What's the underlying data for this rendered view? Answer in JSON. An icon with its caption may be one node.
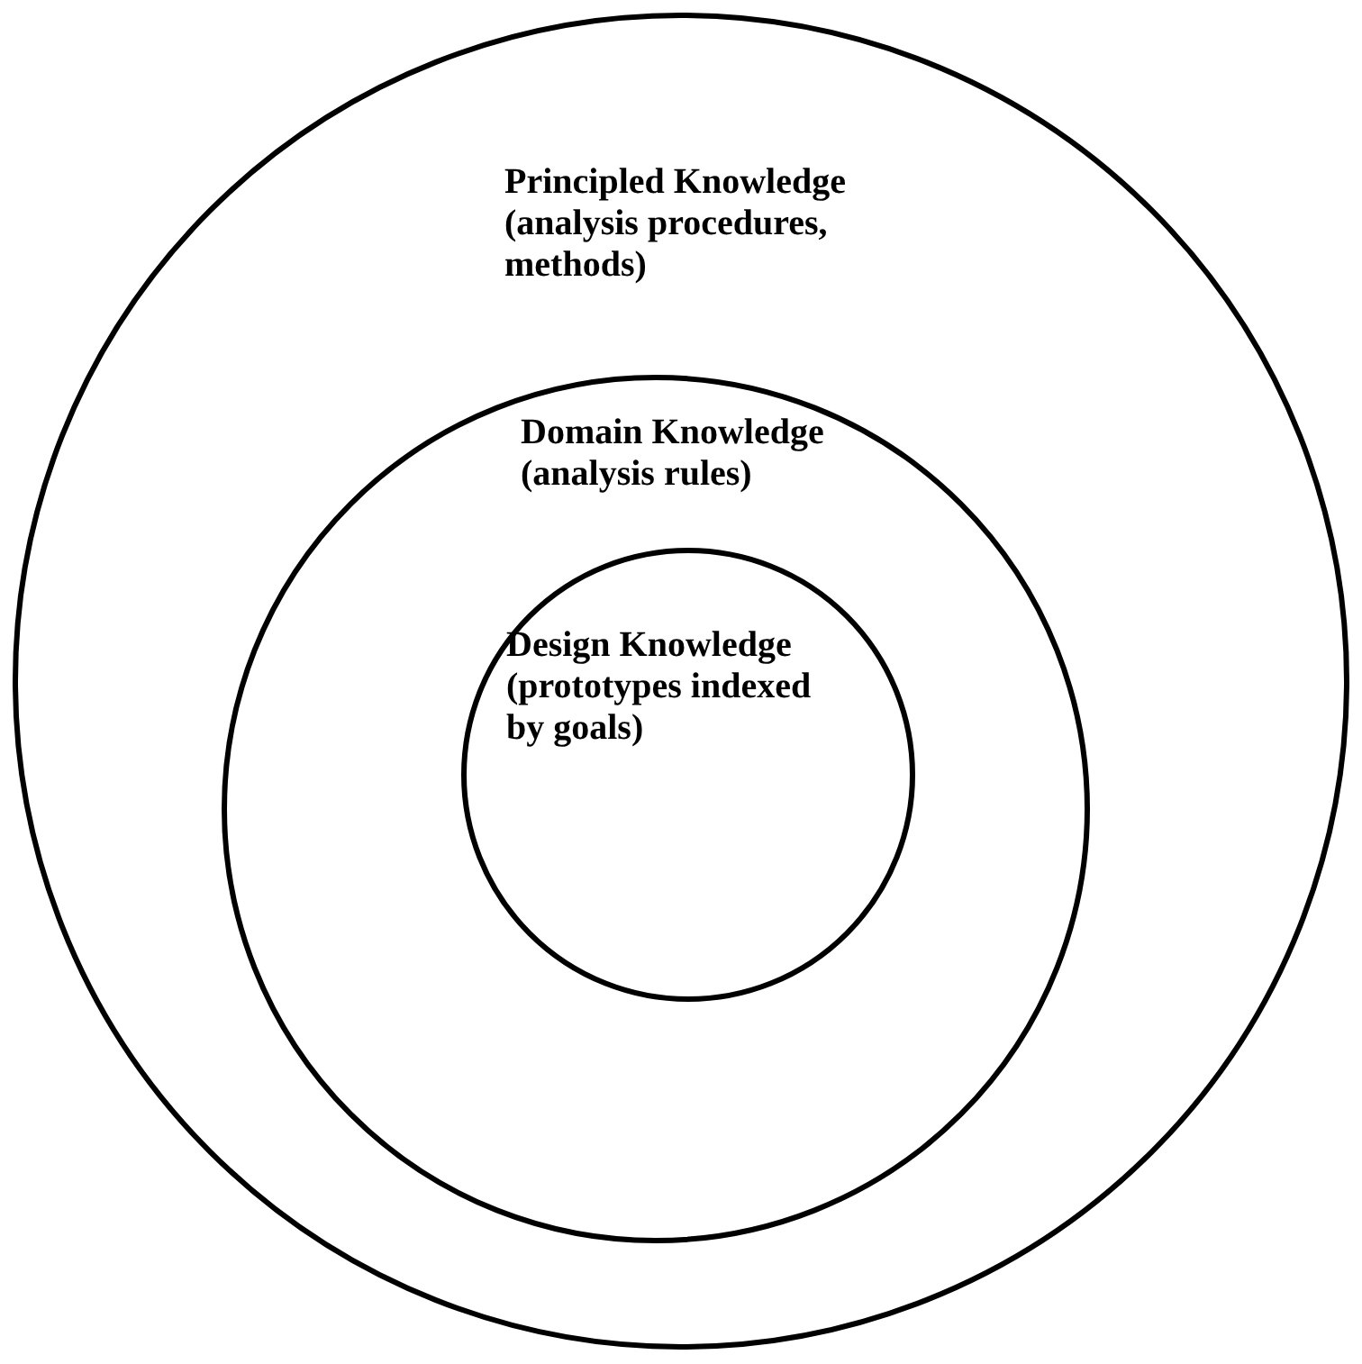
{
  "diagram": {
    "nodes": [
      {
        "text": [
          "Principled Knowledge",
          "(analysis procedures, methods)"
        ]
      },
      {
        "text": [
          "Domain Knowledge",
          "(analysis rules)"
        ],
        "in": 0
      },
      {
        "text": [
          "Design Knowledge",
          "(prototypes indexed by goals)"
        ],
        "in": 1
      }
    ]
  }
}
